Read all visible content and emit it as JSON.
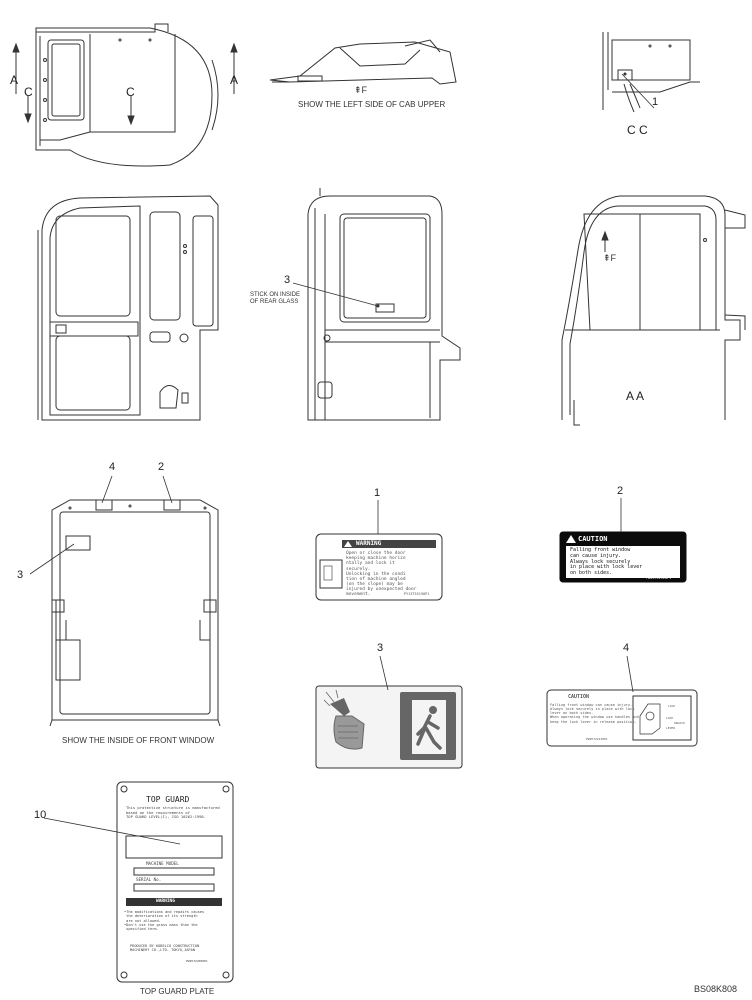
{
  "views": {
    "cab_top": {
      "section_a_left": "A",
      "section_c_left": "C",
      "section_c_mid": "C",
      "section_a_right": "A"
    },
    "cab_left_side": {
      "caption": "SHOW THE LEFT SIDE OF CAB UPPER",
      "front_mark": "⇞F"
    },
    "detail_cc": {
      "callout": "1",
      "caption": "C C"
    },
    "cab_rear": {
      "callout": "3",
      "note": "STICK ON INSIDE\nOF REAR GLASS"
    },
    "section_aa": {
      "caption": "A A",
      "front_mark": "⇞F"
    },
    "front_window": {
      "callouts": [
        "4",
        "2",
        "3"
      ],
      "caption": "SHOW THE INSIDE OF FRONT WINDOW"
    },
    "top_guard_plate": {
      "callout": "10",
      "caption": "TOP GUARD PLATE"
    }
  },
  "decals": {
    "decal_1": {
      "callout": "1",
      "heading": "WARNING",
      "body": "Open or close the door\nkeeping machine horizo\nntally and lock it\nsecurely.\nUnlocking in the condi\ntion of machine angled\n(on the slope) may be\ninjured by unexpected door\nmovement.",
      "part_no": "PY13T55190P1"
    },
    "decal_2": {
      "callout": "2",
      "heading": "CAUTION",
      "body": "Falling front window\ncan cause injury.\nAlways lock securely\nin place with lock lever\non both sides.",
      "part_no": "PW05T22120P1"
    },
    "decal_3": {
      "callout": "3"
    },
    "decal_4": {
      "callout": "4",
      "heading": "CAUTION",
      "body": "Falling front window can cause injury.\nAlways lock securely in place with lock\nlever on both sides.\nWhen operating the window use handles and\nkeep the lock lever in release position.",
      "lever_labels": [
        "LOCK",
        "LOCK",
        "UNLOCK",
        "LEVER"
      ],
      "part_no": "PW05T22130P1"
    },
    "top_guard": {
      "title": "TOP GUARD",
      "intro": "This protective structure is manufactured\nbased on the requirements of\nTOP GUARD LEVEL(I), ISO 10262:1998.",
      "machine_model_label": "MACHINE MODEL",
      "serial_no_label": "SERIAL No.",
      "warning_label": "WARNING",
      "warning_body": "•The modifications and repairs causes\n the deterioration of its strength\n are not allowed.\n•Don't use the gross mass than the\n specified term.",
      "maker": "PRODUCED BY KOBELCO CONSTRUCTION\nMACHINERY CO.,LTD. TOKYO,JAPAN",
      "part_no": "PW05T22000P1"
    }
  },
  "drawing_id": "BS08K808"
}
